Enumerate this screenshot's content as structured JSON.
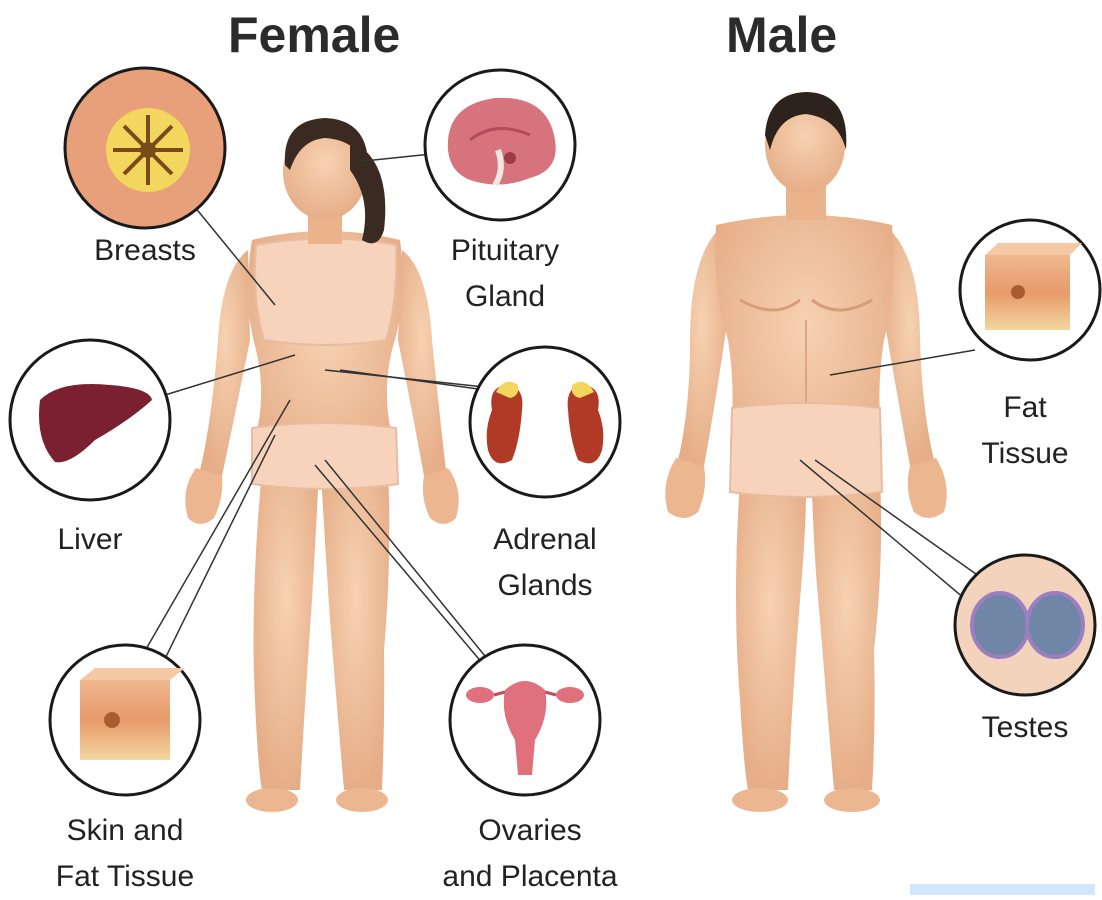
{
  "titles": {
    "female": "Female",
    "male": "Male"
  },
  "labels": {
    "breasts": "Breasts",
    "pituitary_line1": "Pituitary",
    "pituitary_line2": "Gland",
    "liver": "Liver",
    "adrenal_line1": "Adrenal",
    "adrenal_line2": "Glands",
    "skin_line1": "Skin and",
    "skin_line2": "Fat Tissue",
    "ovaries_line1": "Ovaries",
    "ovaries_line2": "and Placenta",
    "fat_line1": "Fat",
    "fat_line2": "Tissue",
    "testes": "Testes"
  },
  "colors": {
    "skin": "#f2c4a0",
    "skin_shade": "#e2a882",
    "underwear": "#f7d3bb",
    "hair": "#3a2a22",
    "circle_border": "#1a1a1a",
    "liver": "#7a2030",
    "adrenal_kidney": "#b13a26",
    "adrenal_gland": "#f2d65e",
    "brain": "#d7737d",
    "testes_blue": "#6f86a6",
    "uterus": "#e0707c"
  },
  "icons": [
    "breast-tissue-icon",
    "brain-icon",
    "liver-icon",
    "adrenal-glands-icon",
    "skin-tissue-icon",
    "uterus-ovaries-icon",
    "fat-tissue-icon",
    "testes-icon"
  ]
}
